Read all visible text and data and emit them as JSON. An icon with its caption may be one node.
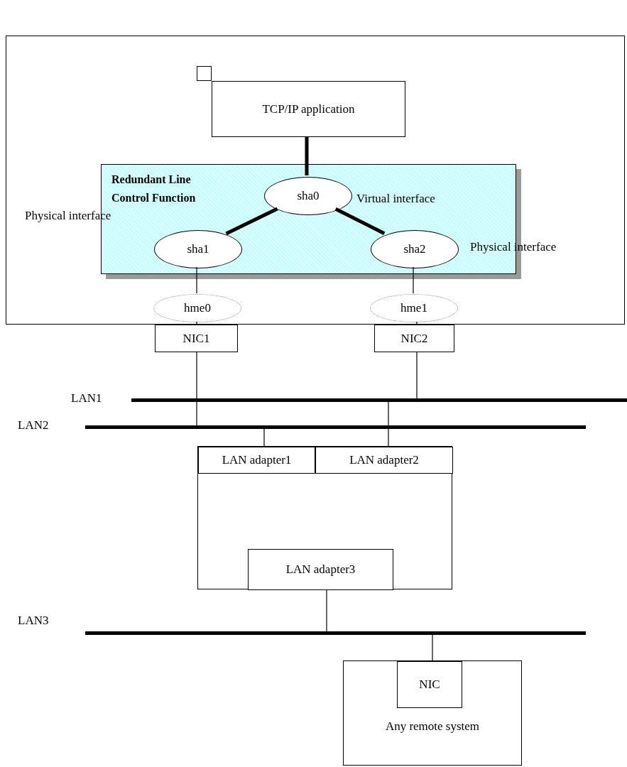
{
  "diagram": {
    "nodes": [
      {
        "text": [],
        "shape": "box"
      },
      {
        "text": [
          "TCP/IP application"
        ],
        "in": 0
      },
      {
        "text": [
          "Redundant Line Control Function"
        ],
        "in": 0
      },
      {
        "text": [
          "sha0"
        ],
        "in": 2,
        "beside": [
          "Virtual interface"
        ]
      },
      {
        "text": [
          "sha1"
        ],
        "in": 2,
        "beside": [
          "Physical interface"
        ]
      },
      {
        "text": [
          "sha2"
        ],
        "in": 2,
        "beside": [
          "Physical interface"
        ]
      },
      {
        "text": [
          "hme0"
        ],
        "in": 0
      },
      {
        "text": [
          "hme1"
        ],
        "in": 0
      },
      {
        "text": [
          "NIC1"
        ]
      },
      {
        "text": [
          "NIC2"
        ]
      },
      {
        "text": [],
        "shape": "bar",
        "beside": [
          "LAN1"
        ]
      },
      {
        "text": [],
        "shape": "bar",
        "beside": [
          "LAN2"
        ]
      },
      {
        "text": [],
        "shape": "box"
      },
      {
        "text": [
          "LAN adapter1"
        ],
        "in": 12
      },
      {
        "text": [
          "LAN adapter2"
        ],
        "in": 12
      },
      {
        "text": [
          "LAN adapter3"
        ],
        "in": 12
      },
      {
        "text": [],
        "shape": "bar",
        "beside": [
          "LAN3"
        ]
      },
      {
        "text": [
          "Any remote system"
        ]
      },
      {
        "text": [
          "NIC"
        ],
        "in": 17
      }
    ],
    "edges": [
      {
        "from": 1,
        "to": 3,
        "arrow": "none",
        "style": "thick"
      },
      {
        "from": 3,
        "to": 4,
        "arrow": "none",
        "style": "thick"
      },
      {
        "from": 3,
        "to": 5,
        "arrow": "none",
        "style": "thick"
      },
      {
        "from": 4,
        "to": 6,
        "arrow": "none"
      },
      {
        "from": 5,
        "to": 7,
        "arrow": "none"
      },
      {
        "from": 6,
        "to": 8,
        "arrow": "none"
      },
      {
        "from": 7,
        "to": 9,
        "arrow": "none"
      },
      {
        "from": 8,
        "to": 11,
        "arrow": "none"
      },
      {
        "from": 9,
        "to": 10,
        "arrow": "none"
      },
      {
        "from": 10,
        "to": 14,
        "arrow": "none"
      },
      {
        "from": 11,
        "to": 13,
        "arrow": "none"
      },
      {
        "from": 15,
        "to": 16,
        "arrow": "none"
      },
      {
        "from": 16,
        "to": 18,
        "arrow": "none"
      }
    ]
  }
}
